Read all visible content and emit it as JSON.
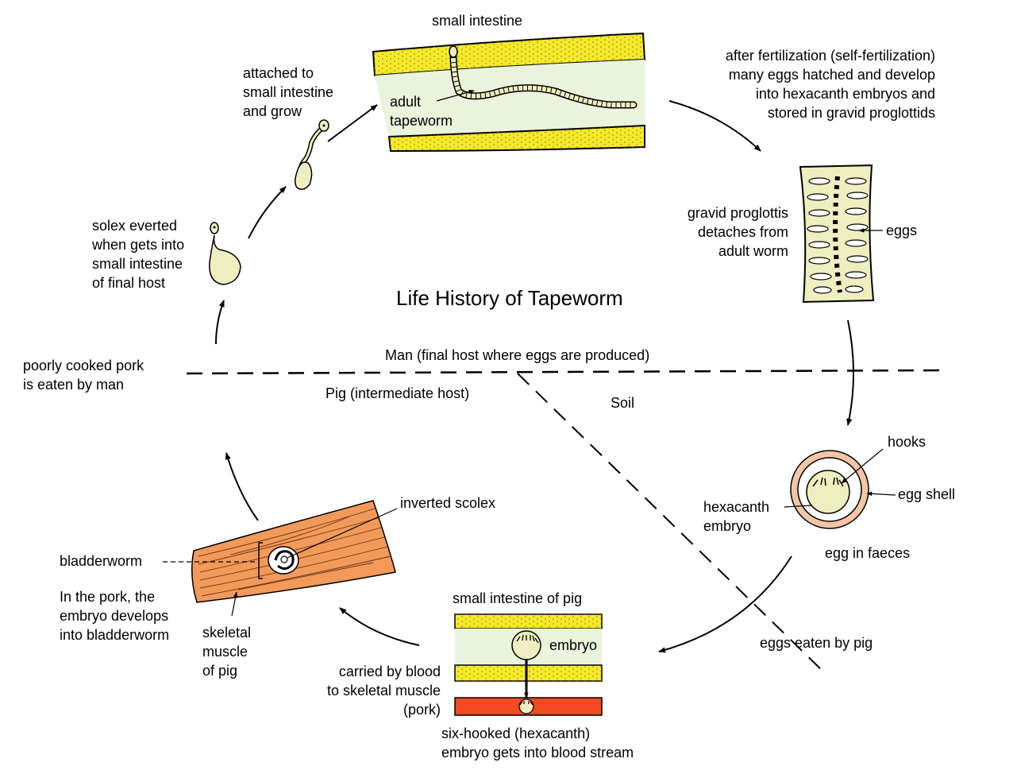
{
  "title": "Life History of Tapeworm",
  "colors": {
    "intestine_wall": "#f5ea2a",
    "intestine_lumen": "#eaf3dc",
    "organism_fill": "#eeeec0",
    "muscle": "#f29a5a",
    "blood": "#f24a22",
    "egg_shell": "#f3c6a6"
  },
  "labels": {
    "small_intestine": "small intestine",
    "adult_tapeworm": [
      "adult",
      "tapeworm"
    ],
    "attached": [
      "attached to",
      "small intestine",
      "and grow"
    ],
    "after_fertilization": [
      "after fertilization (self-fertilization)",
      "many eggs hatched and develop",
      "into hexacanth embryos and",
      "stored in gravid proglottids"
    ],
    "gravid_proglottis": [
      "gravid proglottis",
      "detaches from",
      "adult worm"
    ],
    "eggs": "eggs",
    "solex_everted": [
      "solex everted",
      "when gets into",
      "small intestine",
      "of final host"
    ],
    "final_host": "Man (final host where eggs are produced)",
    "intermediate_host": "Pig (intermediate host)",
    "soil": "Soil",
    "poorly_cooked": [
      "poorly cooked pork",
      "is eaten by man"
    ],
    "hooks": "hooks",
    "egg_shell": "egg shell",
    "hexacanth_embryo": [
      "hexacanth",
      "embryo"
    ],
    "egg_in_faeces": "egg in faeces",
    "inverted_scolex": "inverted scolex",
    "bladderworm": "bladderworm",
    "in_the_pork": [
      "In the pork, the",
      "embryo develops",
      "into bladderworm"
    ],
    "skeletal_muscle": [
      "skeletal",
      "muscle",
      "of pig"
    ],
    "small_intestine_pig": "small intestine of pig",
    "embryo": "embryo",
    "carried_by_blood": [
      "carried by blood",
      "to skeletal muscle",
      "(pork)"
    ],
    "six_hooked": [
      "six-hooked (hexacanth)",
      "embryo gets into blood stream"
    ],
    "eggs_eaten": "eggs eaten by pig"
  }
}
